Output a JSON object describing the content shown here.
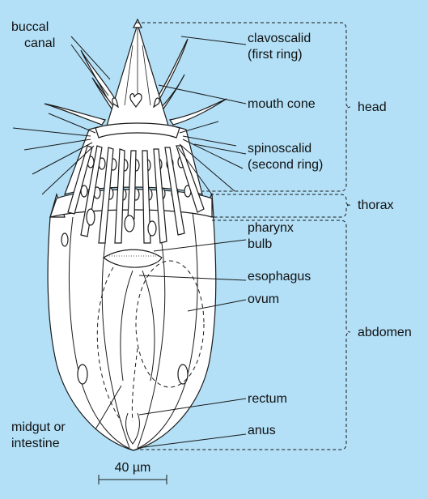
{
  "colors": {
    "background": "#b3e0f7",
    "animal_fill": "#ffffff",
    "ink": "#1a1a1a"
  },
  "labels": {
    "buccal_canal": [
      "buccal",
      "canal"
    ],
    "clavoscalid": [
      "clavoscalid",
      "(first ring)"
    ],
    "mouth_cone": [
      "mouth cone"
    ],
    "spinoscalid": [
      "spinoscalid",
      "(second ring)"
    ],
    "pharynx_bulb": [
      "pharynx",
      "bulb"
    ],
    "esophagus": [
      "esophagus"
    ],
    "ovum": [
      "ovum"
    ],
    "rectum": [
      "rectum"
    ],
    "midgut": [
      "midgut or",
      "intestine"
    ],
    "anus": [
      "anus"
    ]
  },
  "regions": {
    "head": "head",
    "thorax": "thorax",
    "abdomen": "abdomen"
  },
  "scale_bar": {
    "label": "40 µm"
  }
}
